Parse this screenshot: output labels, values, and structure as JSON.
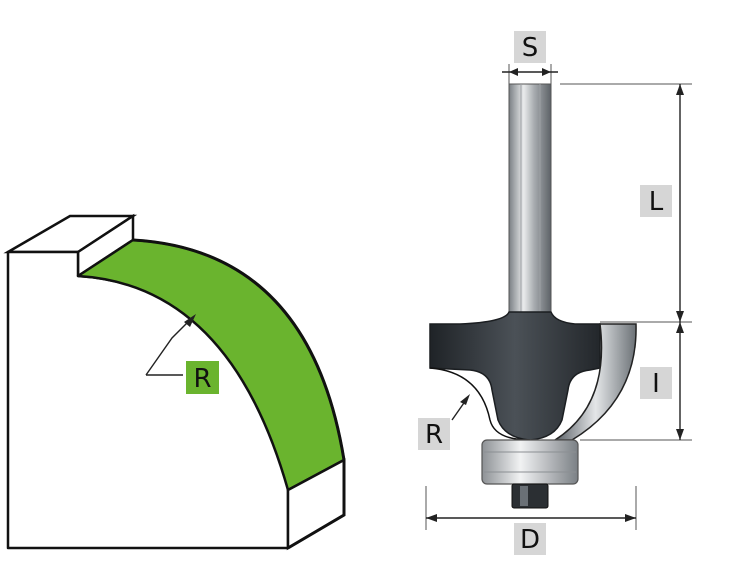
{
  "labels": {
    "s": "S",
    "l": "L",
    "i": "I",
    "d": "D",
    "r_workpiece": "R",
    "r_bit": "R"
  },
  "colors": {
    "label_box_grey": "#d6d6d6",
    "label_box_green": "#6ab42e",
    "profile_green": "#6ab42e",
    "bit_dark": "#3a3f45",
    "bearing_light": "#b9bcbf"
  }
}
